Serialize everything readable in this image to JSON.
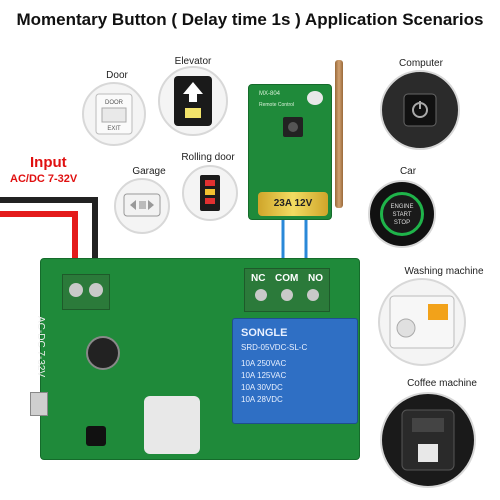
{
  "title": "Momentary Button ( Delay time 1s ) Application Scenarios",
  "input": {
    "label": "Input",
    "voltage": "AC/DC 7-32V"
  },
  "devices": {
    "door": "Door",
    "elevator": "Elevator",
    "garage": "Garage",
    "rolling_door": "Rolling door",
    "computer": "Computer",
    "car": "Car",
    "washing_machine": "Washing machine",
    "coffee_machine": "Coffee machine"
  },
  "board": {
    "terminals": [
      "NC",
      "COM",
      "NO"
    ],
    "power_silk": "AC-DC 7-32V",
    "relay_brand": "SONGLE",
    "relay_model": "SRD-05VDC-SL-C",
    "relay_ratings": [
      "10A 250VAC",
      "10A 125VAC",
      "10A 30VDC",
      "10A 28VDC"
    ]
  },
  "remote": {
    "model": "MX-804",
    "sub": "Remote Control",
    "battery": "23A 12V"
  },
  "car_button": [
    "ENGINE",
    "START",
    "STOP"
  ],
  "door_panel": {
    "top": "DOOR",
    "bottom": "EXIT"
  }
}
